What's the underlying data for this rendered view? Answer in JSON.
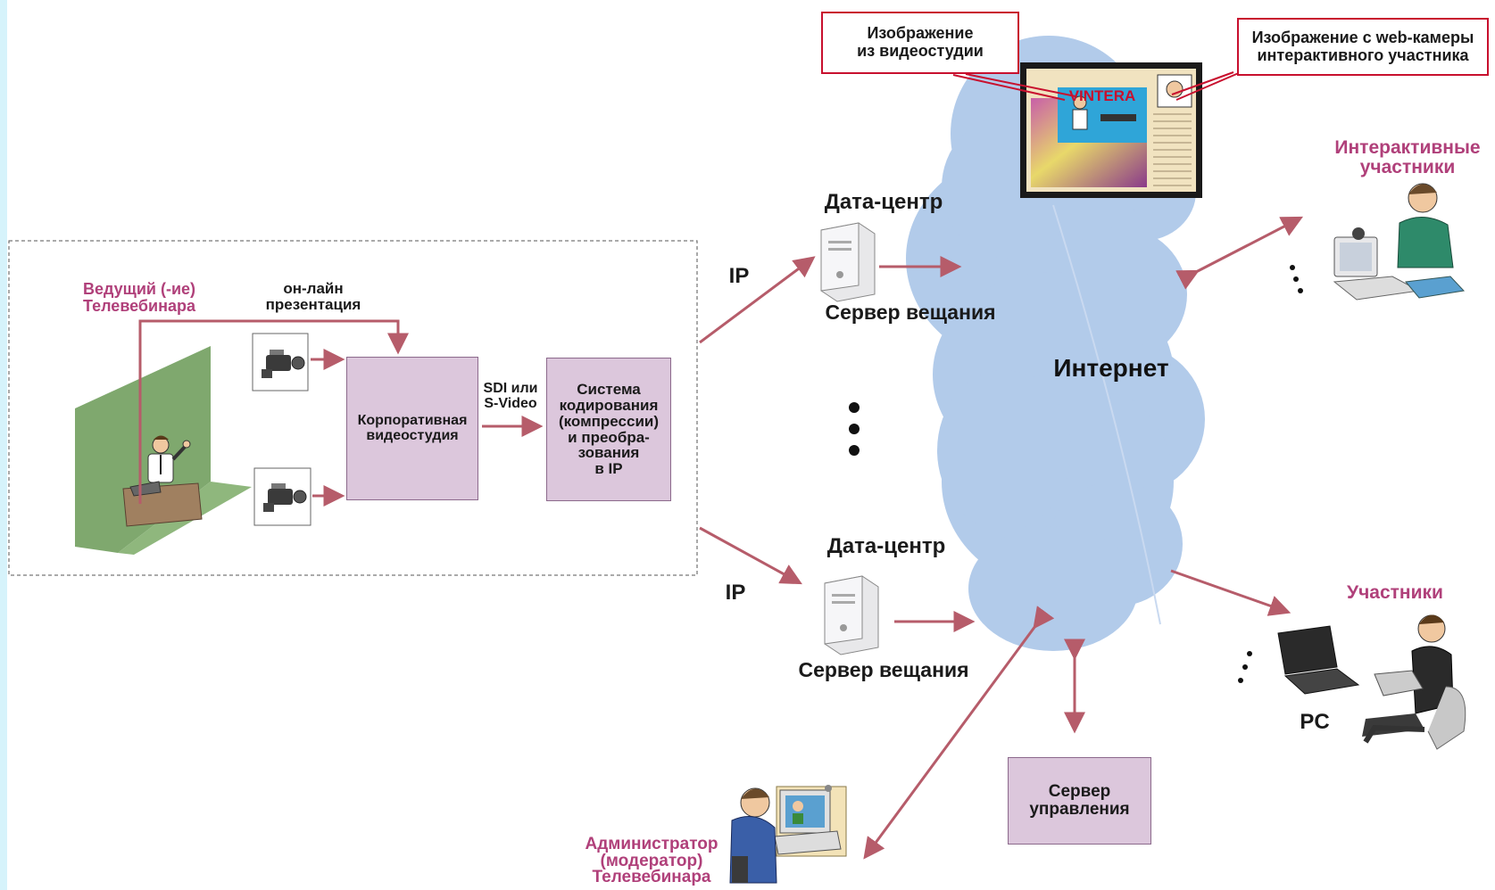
{
  "colors": {
    "arrow": "#b65c6a",
    "cloud": "#b2cbea",
    "box_fill": "#dcc7dc",
    "green_screen": "#7fa86e",
    "callout_border": "#c8102e",
    "accent_text": "#b0407a",
    "left_strip": "#d6f3fb"
  },
  "icons": [
    "video-camera-icon",
    "server-tower-icon",
    "presenter-person-icon",
    "participant-with-webcam-icon",
    "participant-with-laptop-icon",
    "administrator-at-computer-icon",
    "tv-screen-icon"
  ],
  "studio": {
    "host_label": "Ведущий (-ие)\nТелевебинара",
    "online_presentation": "он-лайн\nпрезентация",
    "videostudio_box": "Корпоративная\nвидеостудия",
    "sdi_label": "SDI или\nS-Video",
    "encoding_box": "Система\nкодирования\n(компрессии)\nи преобра-\nзования\nв IP"
  },
  "links": {
    "ip_top": "IP",
    "ip_bottom": "IP"
  },
  "datacenters": [
    {
      "title": "Дата-центр",
      "server_label": "Сервер вещания"
    },
    {
      "title": "Дата-центр",
      "server_label": "Сервер вещания"
    }
  ],
  "internet_label": "Интернет",
  "tv_logo": "VINTERA",
  "callouts": {
    "studio_image": "Изображение\nиз видеостудии",
    "webcam_image": "Изображение с web-камеры\nинтерактивного участника"
  },
  "participants": {
    "interactive": "Интерактивные\nучастники",
    "regular": "Участники",
    "pc": "PC"
  },
  "control_server": "Сервер\nуправления",
  "administrator": "Администратор\n(модератор)\nТелевебинара"
}
